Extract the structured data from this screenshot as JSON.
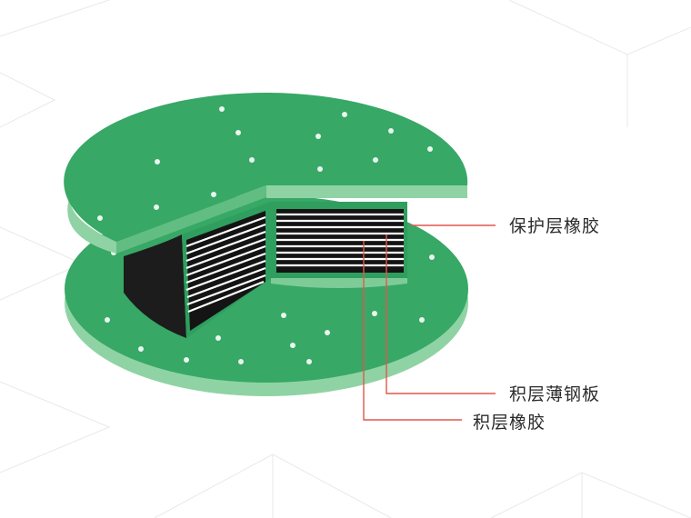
{
  "labels": {
    "protective_rubber": "保护层橡胶",
    "laminated_steel": "积层薄钢板",
    "laminated_rubber": "积层橡胶"
  },
  "colors": {
    "plate_top": "#37a866",
    "plate_edge": "#8fd3a4",
    "plate_edge_dark": "#62bd83",
    "rubber_green": "#2f9e5e",
    "rubber_black": "#1c1c1c",
    "steel_layer": "#ffffff",
    "leader_line": "#e2574c",
    "bolt_hole": "#e9f6ee",
    "grid_line": "#e4e8ec"
  }
}
